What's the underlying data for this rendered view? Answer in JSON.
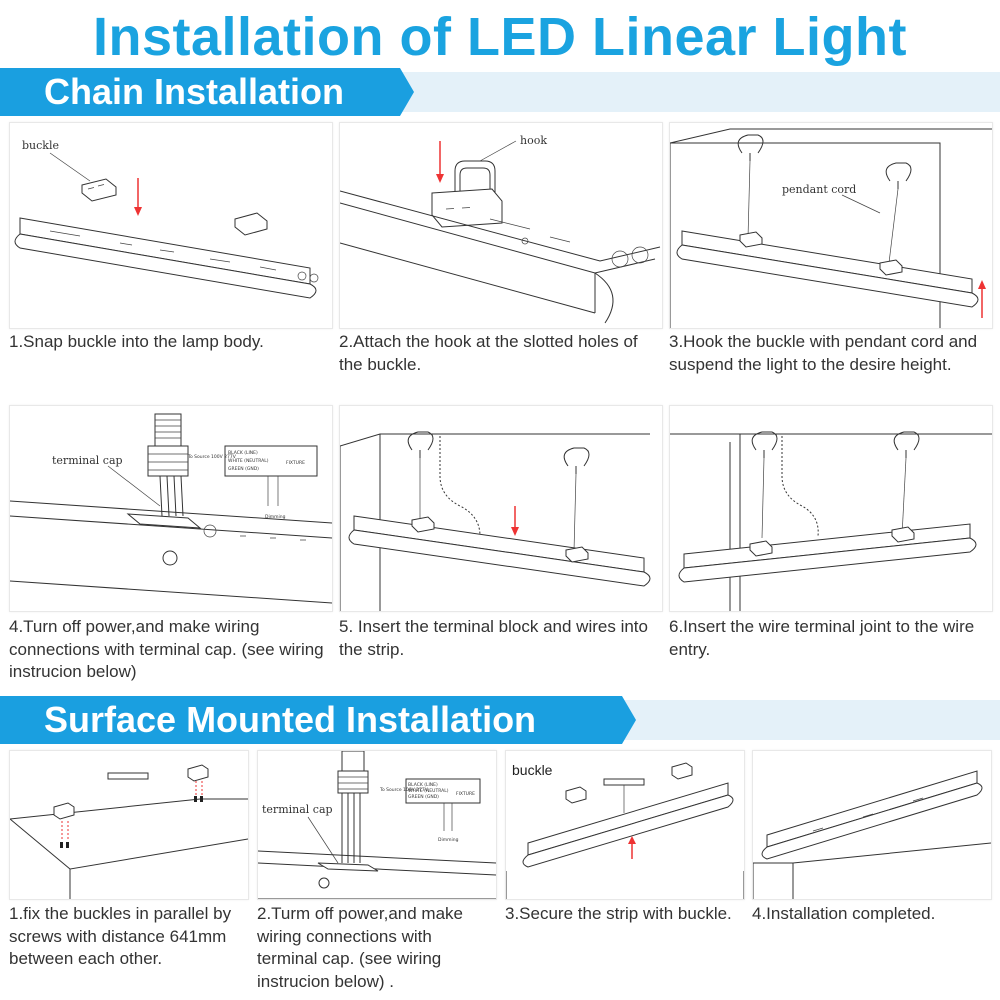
{
  "page_title": "Installation of LED Linear Light",
  "colors": {
    "accent": "#1aa3e0",
    "band": "#e4f1f9",
    "arrow": "#e33333"
  },
  "chain": {
    "heading": "Chain Installation",
    "steps": [
      {
        "caption": "1.Snap buckle into the lamp body.",
        "label": "buckle"
      },
      {
        "caption": "2.Attach the hook at the slotted holes of the buckle.",
        "label": "hook"
      },
      {
        "caption": "3.Hook the buckle with pendant cord and suspend the light to the desire height.",
        "label": "pendant cord"
      },
      {
        "caption": "4.Turn off power,and make wiring connections with terminal cap. (see wiring instrucion below)",
        "label": "terminal cap",
        "wiring": {
          "wires": [
            "BLACK (LINE)",
            "WHITE (NEUTRAL)",
            "GREEN (GND)"
          ],
          "source": "To Source 100V 277V",
          "fixture": "FIXTURE",
          "dim": "Dimming"
        }
      },
      {
        "caption": "5. Insert the terminal block and wires into the strip."
      },
      {
        "caption": "6.Insert the wire terminal joint to the wire entry."
      }
    ]
  },
  "surface": {
    "heading": "Surface Mounted Installation",
    "steps": [
      {
        "caption": "1.fix the buckles in parallel by screws with distance 641mm between each other."
      },
      {
        "caption": "2.Turm off power,and make wiring connections with terminal cap. (see wiring instrucion below) .",
        "label": "terminal cap",
        "wiring": {
          "wires": [
            "BLACK (LINE)",
            "WHITE (NEUTRAL)",
            "GREEN (GND)"
          ],
          "source": "To Source 100V 277V",
          "fixture": "FIXTURE",
          "dim": "Dimming"
        }
      },
      {
        "caption": "3.Secure the strip with buckle.",
        "label": "buckle"
      },
      {
        "caption": "4.Installation completed."
      }
    ]
  }
}
